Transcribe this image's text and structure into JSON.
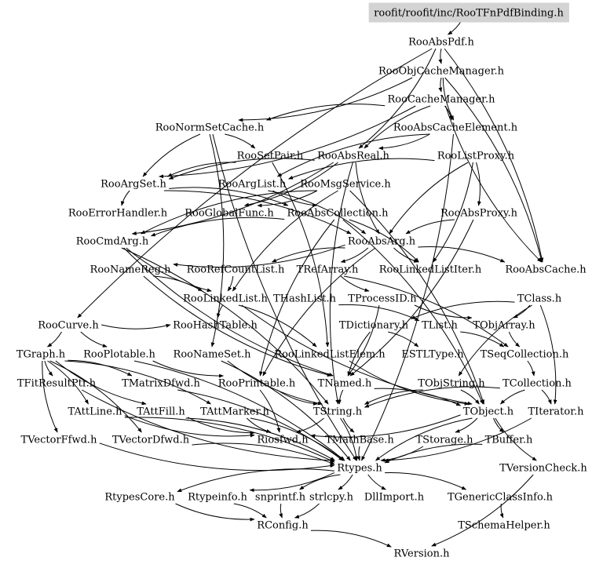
{
  "colors": {
    "edge": "#000000",
    "root_fill": "#d3d3d3",
    "background": "#ffffff"
  },
  "root": "roofit/roofit/inc/RooTFnPdfBinding.h",
  "nodes": {
    "root": "roofit/roofit/inc/RooTFnPdfBinding.h",
    "RooAbsPdf": "RooAbsPdf.h",
    "RooObjCacheManager": "RooObjCacheManager.h",
    "RooCacheManager": "RooCacheManager.h",
    "RooNormSetCache": "RooNormSetCache.h",
    "RooAbsCacheElement": "RooAbsCacheElement.h",
    "RooSetPair": "RooSetPair.h",
    "RooAbsReal": "RooAbsReal.h",
    "RooListProxy": "RooListProxy.h",
    "RooArgSet": "RooArgSet.h",
    "RooArgList": "RooArgList.h",
    "RooMsgService": "RooMsgService.h",
    "RooErrorHandler": "RooErrorHandler.h",
    "RooGlobalFunc": "RooGlobalFunc.h",
    "RooAbsCollection": "RooAbsCollection.h",
    "RooAbsProxy": "RooAbsProxy.h",
    "RooCmdArg": "RooCmdArg.h",
    "RooAbsArg": "RooAbsArg.h",
    "RooNameReg": "RooNameReg.h",
    "RooRefCountList": "RooRefCountList.h",
    "TRefArray": "TRefArray.h",
    "RooLinkedListIter": "RooLinkedListIter.h",
    "RooAbsCache": "RooAbsCache.h",
    "RooLinkedList": "RooLinkedList.h",
    "THashList": "THashList.h",
    "TProcessID": "TProcessID.h",
    "TClass": "TClass.h",
    "RooCurve": "RooCurve.h",
    "RooHashTable": "RooHashTable.h",
    "TDictionary": "TDictionary.h",
    "TList": "TList.h",
    "TObjArray": "TObjArray.h",
    "TGraph": "TGraph.h",
    "RooPlotable": "RooPlotable.h",
    "RooNameSet": "RooNameSet.h",
    "RooLinkedListElem": "RooLinkedListElem.h",
    "ESTLType": "ESTLType.h",
    "TSeqCollection": "TSeqCollection.h",
    "TFitResultPtr": "TFitResultPtr.h",
    "TMatrixDfwd": "TMatrixDfwd.h",
    "RooPrintable": "RooPrintable.h",
    "TNamed": "TNamed.h",
    "TObjString": "TObjString.h",
    "TCollection": "TCollection.h",
    "TAttLine": "TAttLine.h",
    "TAttFill": "TAttFill.h",
    "TAttMarker": "TAttMarker.h",
    "TString": "TString.h",
    "TObject": "TObject.h",
    "TIterator": "TIterator.h",
    "TVectorFfwd": "TVectorFfwd.h",
    "TVectorDfwd": "TVectorDfwd.h",
    "Riosfwd": "Riosfwd.h",
    "TMathBase": "TMathBase.h",
    "TStorage": "TStorage.h",
    "TBuffer": "TBuffer.h",
    "Rtypes": "Rtypes.h",
    "TVersionCheck": "TVersionCheck.h",
    "RtypesCore": "RtypesCore.h",
    "Rtypeinfo": "Rtypeinfo.h",
    "snprintf": "snprintf.h",
    "strlcpy": "strlcpy.h",
    "DllImport": "DllImport.h",
    "TGenericClassInfo": "TGenericClassInfo.h",
    "RConfig": "RConfig.h",
    "TSchemaHelper": "TSchemaHelper.h",
    "RVersion": "RVersion.h"
  },
  "edges": [
    [
      "root",
      "RooAbsPdf"
    ],
    [
      "RooAbsPdf",
      "RooObjCacheManager"
    ],
    [
      "RooAbsPdf",
      "RooAbsReal"
    ],
    [
      "RooAbsPdf",
      "RooCurve"
    ],
    [
      "RooAbsPdf",
      "RooAbsCache"
    ],
    [
      "RooObjCacheManager",
      "RooCacheManager"
    ],
    [
      "RooObjCacheManager",
      "RooNormSetCache"
    ],
    [
      "RooObjCacheManager",
      "RooAbsCacheElement"
    ],
    [
      "RooObjCacheManager",
      "RooAbsCache"
    ],
    [
      "RooCacheManager",
      "RooNormSetCache"
    ],
    [
      "RooCacheManager",
      "RooAbsCacheElement"
    ],
    [
      "RooCacheManager",
      "RooAbsReal"
    ],
    [
      "RooCacheManager",
      "RooArgSet"
    ],
    [
      "RooCacheManager",
      "RooAbsCache"
    ],
    [
      "RooNormSetCache",
      "RooSetPair"
    ],
    [
      "RooNormSetCache",
      "RooArgSet"
    ],
    [
      "RooNormSetCache",
      "RooNameSet"
    ],
    [
      "RooNormSetCache",
      "Rtypes"
    ],
    [
      "RooAbsCacheElement",
      "RooAbsReal"
    ],
    [
      "RooAbsCacheElement",
      "RooArgList"
    ],
    [
      "RooAbsCacheElement",
      "Rtypes"
    ],
    [
      "RooSetPair",
      "RooArgSet"
    ],
    [
      "RooSetPair",
      "RooLinkedListElem"
    ],
    [
      "RooAbsReal",
      "RooAbsArg"
    ],
    [
      "RooAbsReal",
      "RooCmdArg"
    ],
    [
      "RooAbsReal",
      "RooArgSet"
    ],
    [
      "RooAbsReal",
      "RooGlobalFunc"
    ],
    [
      "RooAbsReal",
      "TString"
    ],
    [
      "RooListProxy",
      "RooAbsProxy"
    ],
    [
      "RooListProxy",
      "RooArgList"
    ],
    [
      "RooListProxy",
      "RooLinkedListIter"
    ],
    [
      "RooListProxy",
      "RooAbsArg"
    ],
    [
      "RooArgSet",
      "RooAbsCollection"
    ],
    [
      "RooArgSet",
      "RooErrorHandler"
    ],
    [
      "RooArgSet",
      "RooAbsArg"
    ],
    [
      "RooArgList",
      "RooAbsCollection"
    ],
    [
      "RooArgList",
      "RooAbsArg"
    ],
    [
      "RooMsgService",
      "RooCmdArg"
    ],
    [
      "RooMsgService",
      "RooGlobalFunc"
    ],
    [
      "RooMsgService",
      "RooLinkedList"
    ],
    [
      "RooMsgService",
      "TObject"
    ],
    [
      "RooAbsCollection",
      "RooCmdArg"
    ],
    [
      "RooAbsCollection",
      "RooLinkedListIter"
    ],
    [
      "RooAbsCollection",
      "RooPrintable"
    ],
    [
      "RooAbsCollection",
      "TObject"
    ],
    [
      "RooAbsProxy",
      "RooAbsArg"
    ],
    [
      "RooAbsProxy",
      "TNamed"
    ],
    [
      "RooCmdArg",
      "RooLinkedList"
    ],
    [
      "RooCmdArg",
      "TString"
    ],
    [
      "RooCmdArg",
      "TNamed"
    ],
    [
      "RooAbsArg",
      "RooNameReg"
    ],
    [
      "RooAbsArg",
      "RooRefCountList"
    ],
    [
      "RooAbsArg",
      "TRefArray"
    ],
    [
      "RooAbsArg",
      "RooLinkedListIter"
    ],
    [
      "RooAbsArg",
      "RooAbsCache"
    ],
    [
      "RooAbsArg",
      "RooPrintable"
    ],
    [
      "RooNameReg",
      "RooLinkedList"
    ],
    [
      "RooNameReg",
      "TNamed"
    ],
    [
      "RooRefCountList",
      "RooLinkedList"
    ],
    [
      "TRefArray",
      "TProcessID"
    ],
    [
      "TRefArray",
      "TSeqCollection"
    ],
    [
      "RooLinkedList",
      "RooHashTable"
    ],
    [
      "RooLinkedList",
      "RooLinkedListElem"
    ],
    [
      "RooLinkedList",
      "TObject"
    ],
    [
      "THashList",
      "TList"
    ],
    [
      "TProcessID",
      "TObjArray"
    ],
    [
      "TProcessID",
      "TNamed"
    ],
    [
      "TClass",
      "TDictionary"
    ],
    [
      "TClass",
      "TObjArray"
    ],
    [
      "TClass",
      "TObjString"
    ],
    [
      "TClass",
      "TIterator"
    ],
    [
      "RooCurve",
      "RooPlotable"
    ],
    [
      "RooCurve",
      "TGraph"
    ],
    [
      "RooCurve",
      "RooHashTable"
    ],
    [
      "TDictionary",
      "ESTLType"
    ],
    [
      "TDictionary",
      "TNamed"
    ],
    [
      "TList",
      "TSeqCollection"
    ],
    [
      "TObjArray",
      "TSeqCollection"
    ],
    [
      "TGraph",
      "TAttLine"
    ],
    [
      "TGraph",
      "TAttFill"
    ],
    [
      "TGraph",
      "TAttMarker"
    ],
    [
      "TGraph",
      "TVectorFfwd"
    ],
    [
      "TGraph",
      "TVectorDfwd"
    ],
    [
      "TGraph",
      "TFitResultPtr"
    ],
    [
      "TGraph",
      "TMatrixDfwd"
    ],
    [
      "RooPlotable",
      "RooPrintable"
    ],
    [
      "RooPlotable",
      "Rtypes"
    ],
    [
      "RooNameSet",
      "TString"
    ],
    [
      "RooNameSet",
      "Rtypes"
    ],
    [
      "RooLinkedListElem",
      "TObject"
    ],
    [
      "TSeqCollection",
      "TCollection"
    ],
    [
      "TFitResultPtr",
      "Rtypes"
    ],
    [
      "TMatrixDfwd",
      "Rtypes"
    ],
    [
      "RooPrintable",
      "TString"
    ],
    [
      "RooPrintable",
      "Riosfwd"
    ],
    [
      "TNamed",
      "TString"
    ],
    [
      "TNamed",
      "TObject"
    ],
    [
      "TObjString",
      "TString"
    ],
    [
      "TObjString",
      "TObject"
    ],
    [
      "TCollection",
      "TObject"
    ],
    [
      "TCollection",
      "TIterator"
    ],
    [
      "TCollection",
      "TString"
    ],
    [
      "TAttLine",
      "Rtypes"
    ],
    [
      "TAttLine",
      "Riosfwd"
    ],
    [
      "TAttFill",
      "Rtypes"
    ],
    [
      "TAttFill",
      "Riosfwd"
    ],
    [
      "TAttMarker",
      "Rtypes"
    ],
    [
      "TAttMarker",
      "Riosfwd"
    ],
    [
      "TString",
      "Rtypes"
    ],
    [
      "TString",
      "TMathBase"
    ],
    [
      "TString",
      "Riosfwd"
    ],
    [
      "TObject",
      "Rtypes"
    ],
    [
      "TObject",
      "TStorage"
    ],
    [
      "TObject",
      "TVersionCheck"
    ],
    [
      "TObject",
      "Riosfwd"
    ],
    [
      "TObject",
      "TBuffer"
    ],
    [
      "TIterator",
      "Rtypes"
    ],
    [
      "TVectorFfwd",
      "Rtypes"
    ],
    [
      "TVectorDfwd",
      "Rtypes"
    ],
    [
      "TMathBase",
      "Rtypes"
    ],
    [
      "TStorage",
      "Rtypes"
    ],
    [
      "TBuffer",
      "Rtypes"
    ],
    [
      "TVersionCheck",
      "RVersion"
    ],
    [
      "Rtypes",
      "RtypesCore"
    ],
    [
      "Rtypes",
      "Rtypeinfo"
    ],
    [
      "Rtypes",
      "snprintf"
    ],
    [
      "Rtypes",
      "strlcpy"
    ],
    [
      "Rtypes",
      "DllImport"
    ],
    [
      "Rtypes",
      "TGenericClassInfo"
    ],
    [
      "RtypesCore",
      "RConfig"
    ],
    [
      "Rtypeinfo",
      "RConfig"
    ],
    [
      "snprintf",
      "RConfig"
    ],
    [
      "strlcpy",
      "RConfig"
    ],
    [
      "TGenericClassInfo",
      "TSchemaHelper"
    ],
    [
      "RConfig",
      "RVersion"
    ]
  ]
}
